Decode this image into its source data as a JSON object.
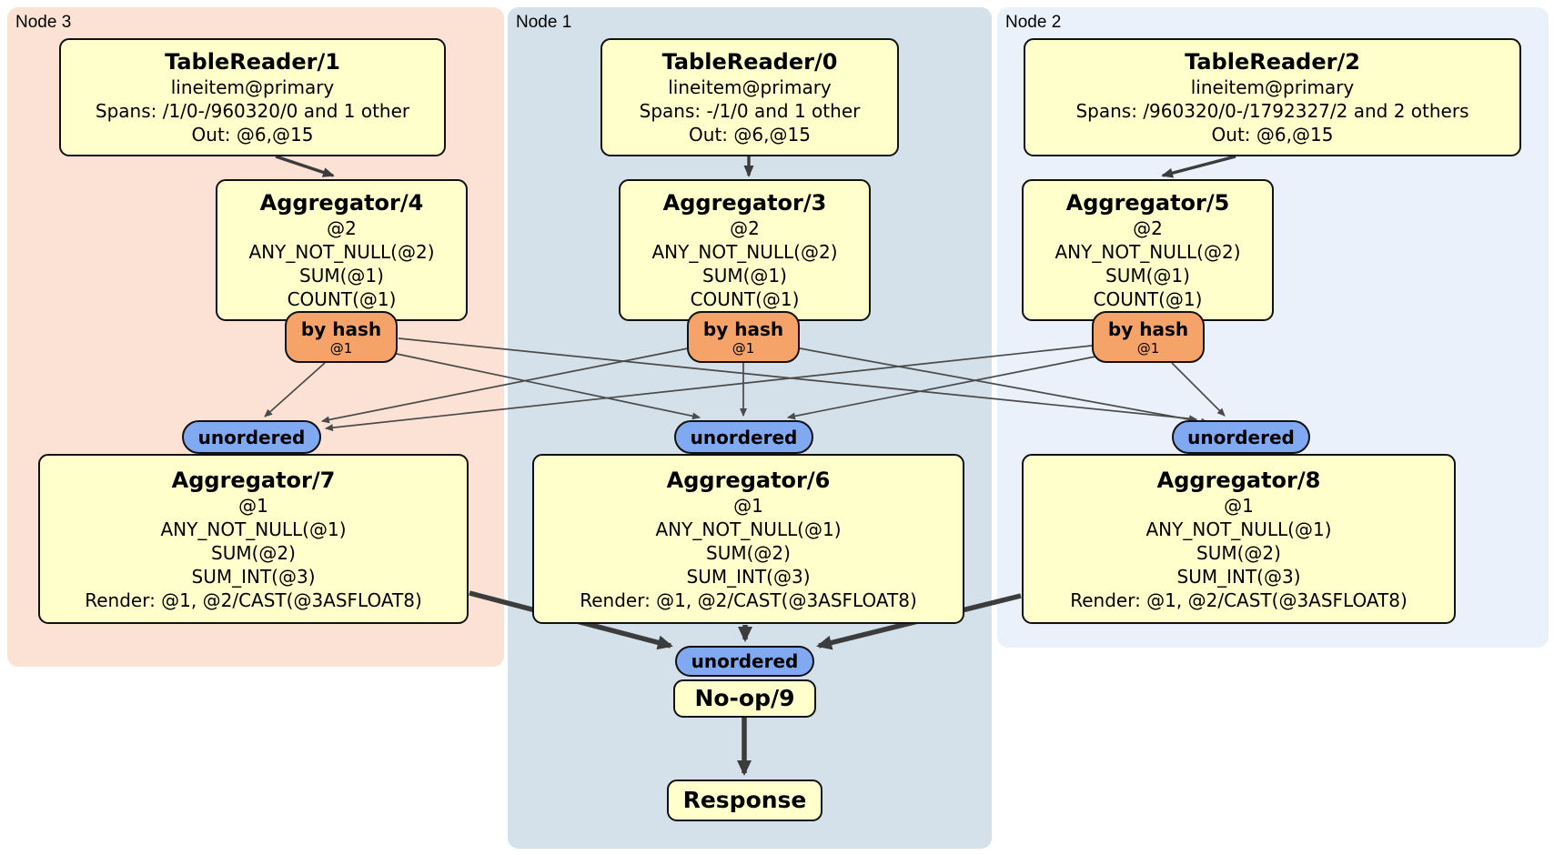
{
  "regions": [
    {
      "label": "Node 3"
    },
    {
      "label": "Node 1"
    },
    {
      "label": "Node 2"
    }
  ],
  "boxes": {
    "tr1": {
      "title": "TableReader/1",
      "lines": [
        "lineitem@primary",
        "Spans: /1/0-/960320/0 and 1 other",
        "Out: @6,@15"
      ]
    },
    "tr0": {
      "title": "TableReader/0",
      "lines": [
        "lineitem@primary",
        "Spans: -/1/0 and 1 other",
        "Out: @6,@15"
      ]
    },
    "tr2": {
      "title": "TableReader/2",
      "lines": [
        "lineitem@primary",
        "Spans: /960320/0-/1792327/2 and 2 others",
        "Out: @6,@15"
      ]
    },
    "agg4": {
      "title": "Aggregator/4",
      "lines": [
        "@2",
        "ANY_NOT_NULL(@2)",
        "SUM(@1)",
        "COUNT(@1)"
      ]
    },
    "agg3": {
      "title": "Aggregator/3",
      "lines": [
        "@2",
        "ANY_NOT_NULL(@2)",
        "SUM(@1)",
        "COUNT(@1)"
      ]
    },
    "agg5": {
      "title": "Aggregator/5",
      "lines": [
        "@2",
        "ANY_NOT_NULL(@2)",
        "SUM(@1)",
        "COUNT(@1)"
      ]
    },
    "agg7": {
      "title": "Aggregator/7",
      "lines": [
        "@1",
        "ANY_NOT_NULL(@1)",
        "SUM(@2)",
        "SUM_INT(@3)",
        "Render: @1, @2/CAST(@3ASFLOAT8)"
      ]
    },
    "agg6": {
      "title": "Aggregator/6",
      "lines": [
        "@1",
        "ANY_NOT_NULL(@1)",
        "SUM(@2)",
        "SUM_INT(@3)",
        "Render: @1, @2/CAST(@3ASFLOAT8)"
      ]
    },
    "agg8": {
      "title": "Aggregator/8",
      "lines": [
        "@1",
        "ANY_NOT_NULL(@1)",
        "SUM(@2)",
        "SUM_INT(@3)",
        "Render: @1, @2/CAST(@3ASFLOAT8)"
      ]
    },
    "noop": {
      "title": "No-op/9"
    },
    "response": {
      "title": "Response"
    }
  },
  "router": {
    "label": "by hash",
    "sub": "@1"
  },
  "sync": {
    "label": "unordered"
  },
  "colors": {
    "node3_bg": "#fbe2d5",
    "node1_bg": "#d5e1ea",
    "node2_bg": "#eaf1fa",
    "processor_bg": "#ffffcc",
    "router_bg": "#f5a368",
    "sync_bg": "#80a9f1",
    "border": "#111111",
    "edge": "#3c3c3c"
  }
}
